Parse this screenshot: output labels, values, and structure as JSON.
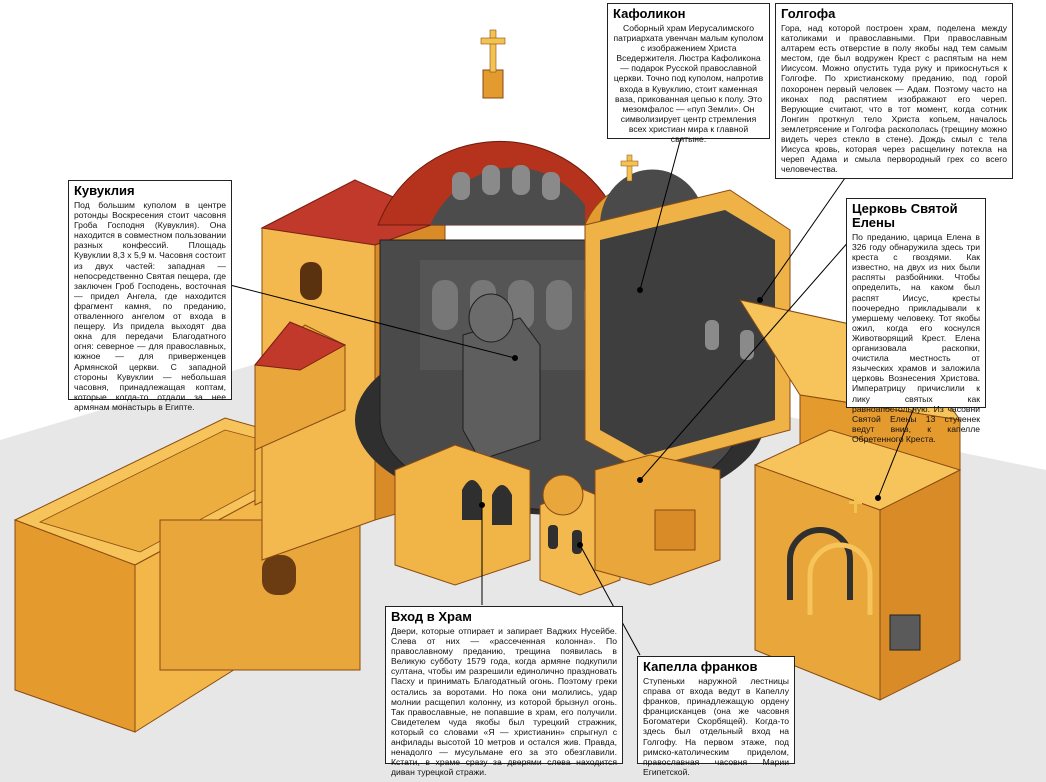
{
  "colors": {
    "background": "#ffffff",
    "ground": "#e6e6e6",
    "wall_light": "#f5c255",
    "wall_mid": "#e39a2f",
    "wall_dark": "#b8661b",
    "roof_red": "#c0392b",
    "dome_red": "#b5331c",
    "interior_dark": "#3a3a3a",
    "callout_border": "#222222"
  },
  "callouts": {
    "kafolikon": {
      "title": "Кафоликон",
      "text": "Соборный храм Иерусалимского патриархата увенчан малым куполом с изображением Христа Вседержителя. Люстра Кафоликона — подарок Русской православной церкви. Точно под куполом, напротив входа в Кувуклию, стоит каменная ваза, прикованная цепью к полу. Это мезомфалос — «пуп Земли». Он символизирует центр стремления всех христиан мира к главной святыне."
    },
    "golgofa": {
      "title": "Голгофа",
      "text": "Гора, над которой построен храм, поделена между католиками и православными. При православным алтарем есть отверстие в полу якобы над тем самым местом, где был водружен Крест с распятым на нем Иисусом. Можно опустить туда руку и прикоснуться к Голгофе. По христианскому преданию, под горой похоронен первый человек — Адам. Поэтому часто на иконах под распятием изображают его череп. Верующие считают, что в тот момент, когда сотник Лонгин проткнул тело Христа копьем, началось землетрясение и Голгофа раскололась (трещину можно видеть через стекло в стене). Дождь смыл с тела Иисуса кровь, которая через расщелину потекла на череп Адама и смыла первородный грех со всего человечества."
    },
    "kuvukliya": {
      "title": "Кувуклия",
      "text": "Под большим куполом в центре ротонды Воскресения стоит часовня Гроба Господня (Кувуклия). Она находится в совместном пользовании разных конфессий. Площадь Кувуклии 8,3 х 5,9 м. Часовня состоит из двух частей: западная — непосредственно Святая пещера, где заключен Гроб Господень, восточная — придел Ангела, где находится фрагмент камня, по преданию, отваленного ангелом от входа в пещеру. Из придела выходят два окна для передачи Благодатного огня: северное — для православных, южное — для приверженцев Армянской церкви. С западной стороны Кувуклии — небольшая часовня, принадлежащая коптам, которые когда-то отдали за нее армянам монастырь в Египте."
    },
    "elena": {
      "title": "Церковь Святой Елены",
      "text": "По преданию, царица Елена в 326 году обнаружила здесь три креста с гвоздями. Как известно, на двух из них были распяты разбойники. Чтобы определить, на каком был распят Иисус, кресты поочередно прикладывали к умершему человеку. Тот якобы ожил, когда его коснулся Животворящий Крест. Елена организовала раскопки, очистила местность от языческих храмов и заложила церковь Вознесения Христова. Императрицу причислили к лику святых как равноапостольную. Из часовни Святой Елены 13 ступенек ведут вниз, к капелле Обретенного Креста."
    },
    "vhod": {
      "title": "Вход в Храм",
      "text": "Двери, которые отпирает и запирает Ваджих Нусейбе. Слева от них — «рассеченная колонна». По православному преданию, трещина появилась в Великую субботу 1579 года, когда армяне подкупили султана, чтобы им разрешили единолично праздновать Пасху и принимать Благодатный огонь. Поэтому греки остались за воротами. Но пока они молились, удар молнии расщепил колонну, из которой брызнул огонь. Так православные, не попавшие в храм, его получили. Свидетелем чуда якобы был турецкий стражник, который со словами «Я — христианин» спрыгнул с анфилады высотой 10 метров и остался жив. Правда, ненадолго — мусульмане его за это обезглавили. Кстати, в храме сразу за дверями слева находится диван турецкой стражи."
    },
    "kapella": {
      "title": "Капелла франков",
      "text": "Ступеньки наружной лестницы справа от входа ведут в Капеллу франков, принадлежащую ордену францисканцев (она же часовня Богоматери Скорбящей). Когда-то здесь был отдельный вход на Голгофу. На первом этаже, под римско-католическим приделом, православная часовня Марии Египетской."
    }
  }
}
